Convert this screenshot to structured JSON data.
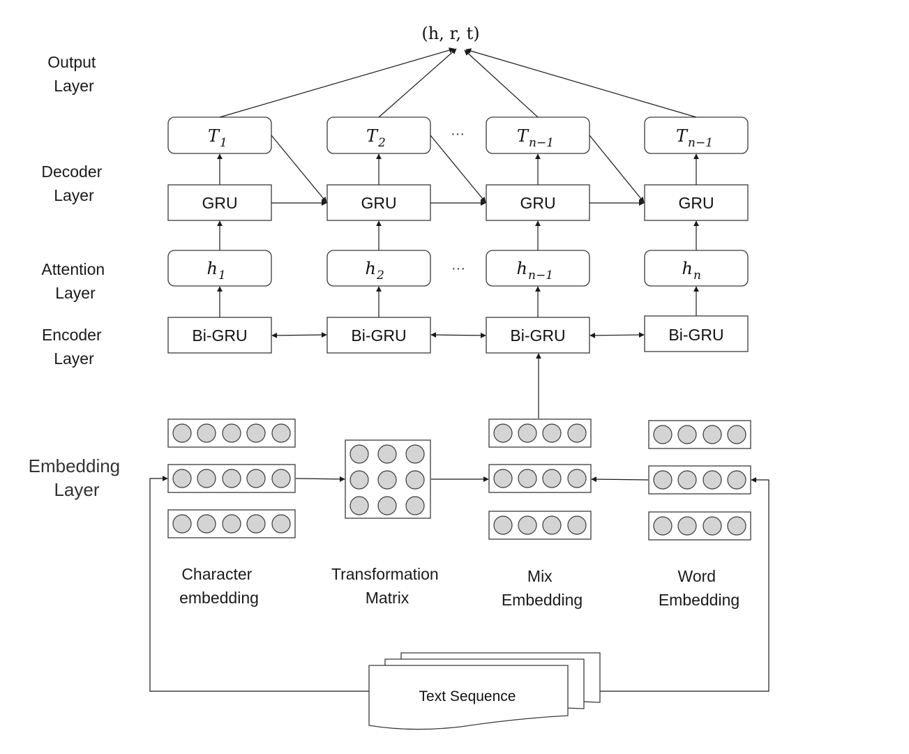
{
  "layers": {
    "output": [
      "Output",
      "Layer"
    ],
    "decoder": [
      "Decoder",
      "Layer"
    ],
    "attention": [
      "Attention",
      "Layer"
    ],
    "encoder": [
      "Encoder",
      "Layer"
    ],
    "embedding": [
      "Embedding",
      "Layer"
    ]
  },
  "output_triple": "(h, r, t)",
  "decoder_outputs": [
    {
      "base": "T",
      "sub": "1"
    },
    {
      "base": "T",
      "sub": "2"
    },
    {
      "base": "T",
      "sub": "n−1"
    },
    {
      "base": "T",
      "sub": "n−1"
    }
  ],
  "gru_label": "GRU",
  "hidden_states": [
    {
      "base": "h",
      "sub": "1"
    },
    {
      "base": "h",
      "sub": "2"
    },
    {
      "base": "h",
      "sub": "n−1"
    },
    {
      "base": "h",
      "sub": "n"
    }
  ],
  "encoder_label": "Bi-GRU",
  "ellipsis": "···",
  "embeddings": {
    "character": [
      "Character",
      "embedding"
    ],
    "transformation": [
      "Transformation",
      "Matrix"
    ],
    "mix": [
      "Mix",
      "Embedding"
    ],
    "word": [
      "Word",
      "Embedding"
    ]
  },
  "input_document": "Text Sequence"
}
